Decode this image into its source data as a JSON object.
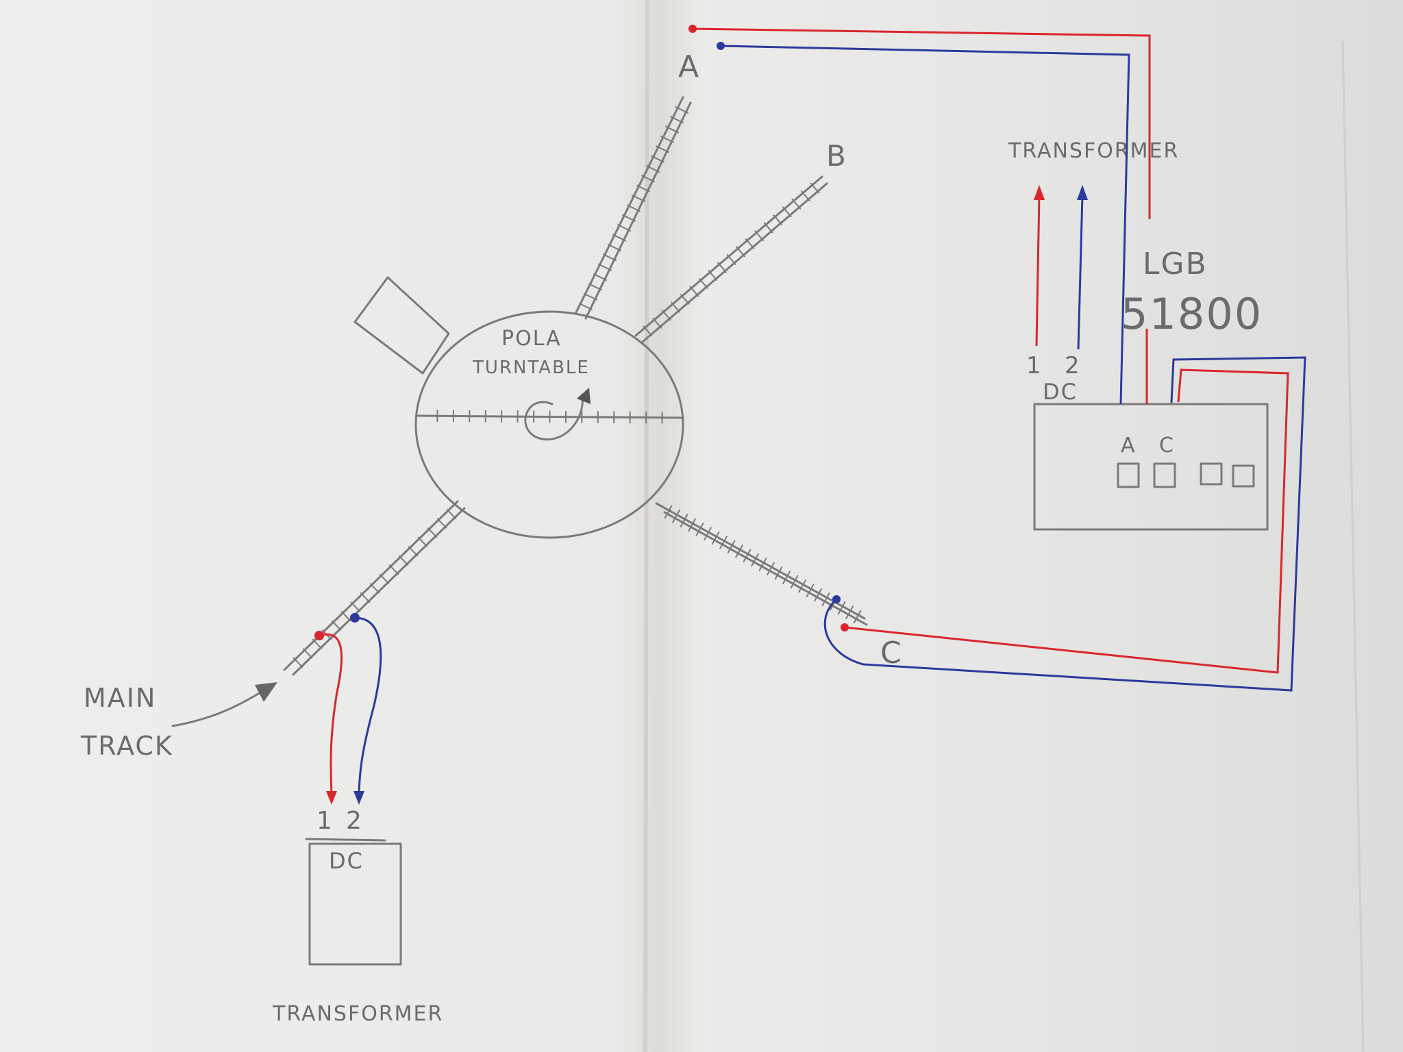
{
  "diagram": {
    "turntable_line1": "POLA",
    "turntable_line2": "TURNTABLE",
    "track_a": "A",
    "track_b": "B",
    "track_c": "C",
    "main_track_line1": "MAIN",
    "main_track_line2": "TRACK",
    "transformer_bottom": {
      "label": "TRANSFORMER",
      "terminal_1": "1",
      "terminal_2": "2",
      "type": "DC"
    },
    "transformer_top": {
      "label": "TRANSFORMER",
      "terminal_1": "1",
      "terminal_2": "2",
      "type": "DC"
    },
    "controller": {
      "brand": "LGB",
      "model": "51800",
      "port_a": "A",
      "port_c": "C"
    },
    "wire_colors": {
      "positive": "#d9262e",
      "negative": "#2c3a9c"
    }
  }
}
